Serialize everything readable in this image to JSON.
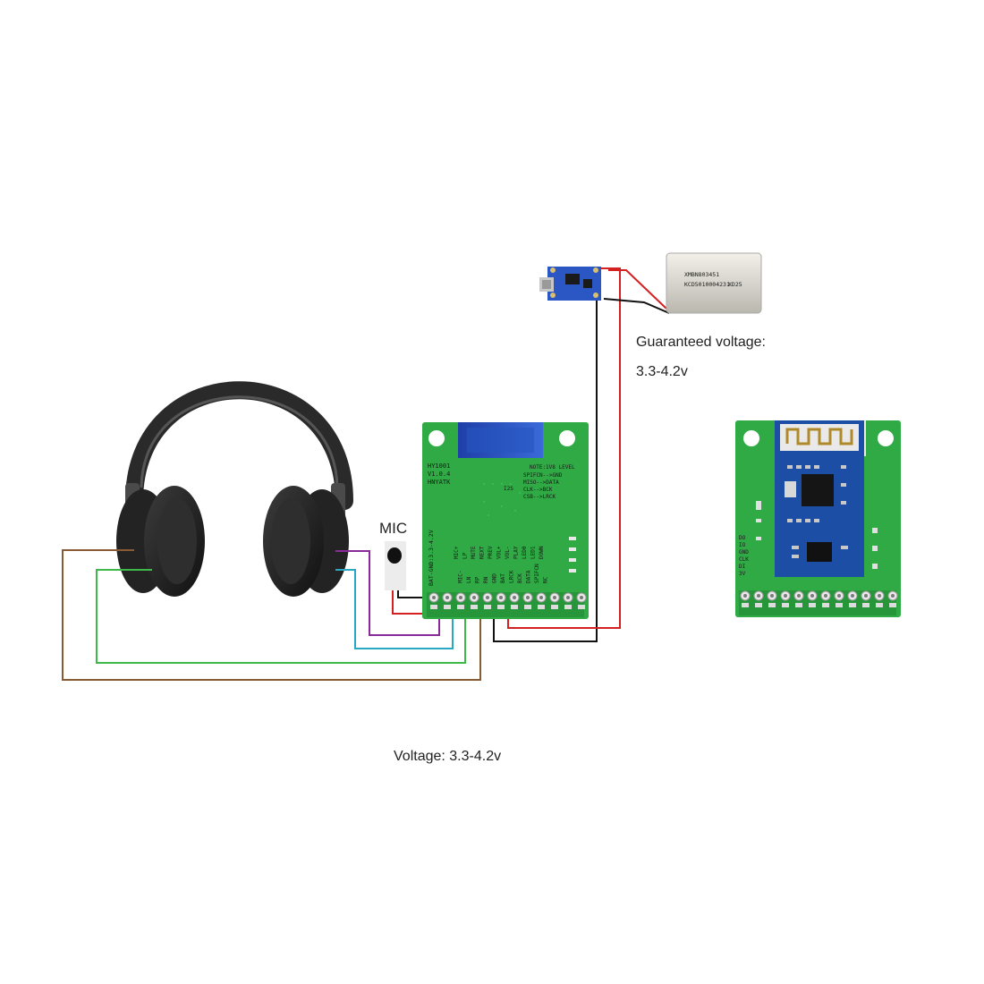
{
  "labels": {
    "mic": "MIC",
    "guaranteed_voltage": "Guaranteed voltage:",
    "guaranteed_voltage_value": "3.3-4.2v",
    "voltage": "Voltage: 3.3-4.2v"
  },
  "board_main": {
    "model": [
      "HY1001",
      "V1.0.4",
      "HNYATK"
    ],
    "power_note": "BAT-GND:3.3-4.2V",
    "note": "NOTE:1V8 LEVEL",
    "i2s_label": "I2S",
    "i2s_pins": [
      "SPIFCN-->GND",
      "MISO-->DATA",
      "CLK-->BCK",
      "CSB-->LRCK"
    ],
    "pin_labels": [
      "MIC+",
      "MIC-",
      "LP",
      "LN",
      "MUTE",
      "RP",
      "NEXT",
      "RN",
      "PREV",
      "GND",
      "VOL+",
      "BAT",
      "VOL-",
      "LRCK",
      "PLAY",
      "BCK",
      "LED0",
      "DATA",
      "LED1",
      "SPIFCN",
      "DOWN",
      "NC"
    ]
  },
  "board_bt": {
    "side_pins": [
      "DO",
      "IO",
      "GND",
      "CLK",
      "DI",
      "3V"
    ]
  },
  "battery": {
    "print": [
      "XMBN803451",
      "KCD5010004231",
      "XD25"
    ]
  },
  "colors": {
    "pcb": "#2faa44",
    "pcb_dark": "#238a36",
    "wire_red": "#d42020",
    "wire_black": "#111111",
    "wire_purple": "#8a2a9a",
    "wire_cyan": "#2aa7c4",
    "wire_green": "#3db84a",
    "wire_brown": "#8a5a33",
    "bt_module": "#1d4ea6"
  },
  "icons": [
    "headphones-icon",
    "microphone-icon",
    "charger-board-icon",
    "battery-icon",
    "bluetooth-module-icon"
  ]
}
